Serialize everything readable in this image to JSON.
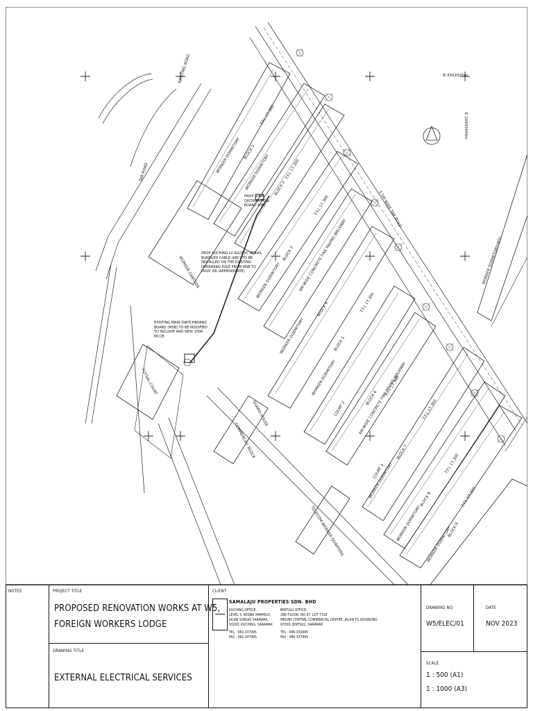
{
  "plan": {
    "notes_a": "PROP. KUCHING LV ALU/PVC AERIAL BUNDLED CABLE (ABC) TO BE INSTALLED ON THE EXISTING OVERHEAD POLE FROM MSB TO PROP. DB (APPROXIMATE)",
    "notes_b": "EXISTING MAIN SWITCHBOARD BOARD (MSB) TO BE MODIFIED TO INCLUDE AND NEW 100A MCCB",
    "notes_c": "PROP. 100A DISTRIBUTION BOARD (DB)",
    "blocks": [
      {
        "name": "WORKER DORMITORY",
        "block": "BLOCK 1",
        "ffl": "F.F.L 17.300"
      },
      {
        "name": "WORKER DORMITORY",
        "block": "BLOCK 2",
        "ffl": "F.F.L 17.300"
      },
      {
        "name": "WORKER DORMITORY",
        "block": "BLOCK 3",
        "ffl": "F.F.L 17.300"
      },
      {
        "name": "WORKER DORMITORY",
        "block": "BLOCK 4",
        "ffl": "F.F.L 17.300"
      },
      {
        "name": "WORKER DORMITORY",
        "block": "BLOCK 5",
        "ffl": "F.F.L 17.300"
      },
      {
        "name": "WORKER DORMITORY",
        "block": "BLOCK 6",
        "ffl": "F.F.L 17.300"
      },
      {
        "name": "WORKER DORMITORY",
        "block": "BLOCK 7",
        "ffl": "F.F.L 17.300"
      },
      {
        "name": "WORKER DORMITORY",
        "block": "BLOCK 8",
        "ffl": "F.F.L 17.300"
      },
      {
        "name": "WORKER DORMITORY",
        "block": "BLOCK 9",
        "ffl": "F.F.L 17.300"
      }
    ],
    "canteen": "WORKER CANTEEN",
    "futsal": "FUTSAL COURT",
    "commercial": "COMMERCIAL BLOCK",
    "guard": "GUARD HOUSE",
    "telecom": "TELECOM WORKER QUARTERS",
    "court2": "COURT 2",
    "court3": "COURT 3",
    "walkway1": "6M WIDE CONCRETE FINE PAVING WALKWAY",
    "walkway2": "6M WIDE CONCRETE FINE PAVING WALKWAY",
    "road_top": "5.5M WIDE TAR ROAD",
    "coord": "N 3302025m",
    "coord2": "E 10493449m",
    "dorm_right": "WORKER DORMITORY(WT)",
    "existing_road": "EXISTING ROAD",
    "tar_road": "TAR ROAD"
  },
  "titleblock": {
    "notes_label": "NOTES",
    "project_title_label": "PROJECT TITLE",
    "project_title_line1": "PROPOSED RENOVATION WORKS AT W5,",
    "project_title_line2": "FOREIGN WORKERS LODGE",
    "drawing_title_label": "DRAWING TITLE",
    "drawing_title": "EXTERNAL ELECTRICAL SERVICES",
    "client_label": "CLIENT",
    "client_name": "SAMALAJU PROPERTIES SDN. BHD",
    "kuching_office_label": "KUCHING OFFICE:",
    "kuching_line1": "LEVEL 5, WISMA MAHMUD,",
    "kuching_line2": "JALAN SUNGAI SARAWAK,",
    "kuching_line3": "93100, KUCHING, SARAWAK",
    "kuching_tel": "TEL : 082-337995",
    "kuching_fax": "FAX : 082-347995",
    "bintulu_office_label": "BINTULU OFFICE:",
    "bintulu_line1": "2ND FLOOR, NO 97, LOT 7318",
    "bintulu_line2": "MEDAN CENTRAL COMMERCIAL CENTRE, JALAN TG KIDURONG",
    "bintulu_line3": "97000, BINTULU, SARAWAK",
    "bintulu_tel": "TEL : 086-330995",
    "bintulu_fax": "FAX : 086-337995",
    "drawing_no_label": "DRAWING NO.",
    "drawing_no": "W5/ELEC/01",
    "date_label": "DATE",
    "date": "NOV 2023",
    "scale_label": "SCALE",
    "scale_1": "1 : 500 (A1)",
    "scale_2": "1 : 1000 (A3)"
  }
}
